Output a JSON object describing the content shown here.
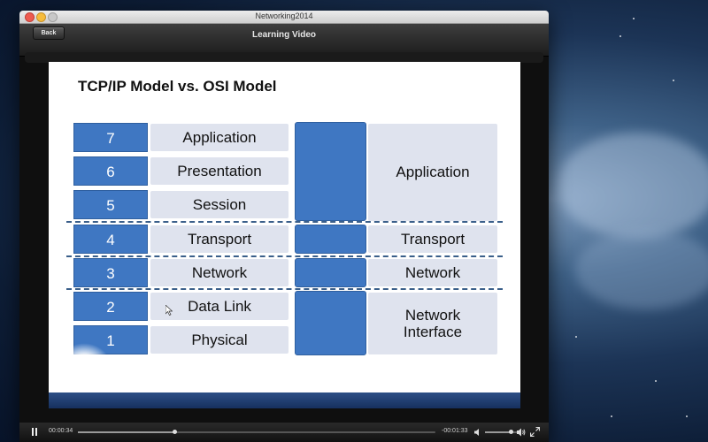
{
  "window": {
    "title": "Networking2014"
  },
  "navbar": {
    "back_label": "Back",
    "title": "Learning Video"
  },
  "slide": {
    "title": "TCP/IP Model vs. OSI Model",
    "osi_layers": [
      {
        "num": "7",
        "label": "Application"
      },
      {
        "num": "6",
        "label": "Presentation"
      },
      {
        "num": "5",
        "label": "Session"
      },
      {
        "num": "4",
        "label": "Transport"
      },
      {
        "num": "3",
        "label": "Network"
      },
      {
        "num": "2",
        "label": "Data Link"
      },
      {
        "num": "1",
        "label": "Physical"
      }
    ],
    "tcpip_layers": [
      {
        "label": "Application"
      },
      {
        "label": "Transport"
      },
      {
        "label": "Network"
      },
      {
        "label": "Network Interface"
      }
    ]
  },
  "player": {
    "elapsed": "00:00:34",
    "remaining": "-00:01:33",
    "progress": 0.27,
    "volume": 0.75
  },
  "icons": {
    "pause": "pause-icon",
    "volume_low": "volume-low-icon",
    "volume_high": "volume-high-icon",
    "fullscreen": "fullscreen-icon"
  },
  "colors": {
    "osi_blue": "#3f77c2",
    "label_gray": "#dfe3ee",
    "close": "#ee5b50",
    "minimize": "#f6bc3c"
  }
}
